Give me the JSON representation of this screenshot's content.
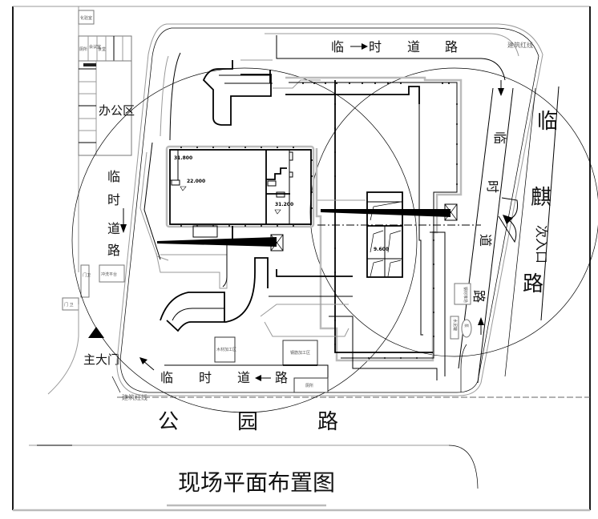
{
  "title": "现场平面布置图",
  "roads": {
    "top_temp_road": [
      "临",
      "时",
      "道",
      "路"
    ],
    "left_temp_road": [
      "临",
      "时",
      "道",
      "路"
    ],
    "bottom_temp_road": [
      "临",
      "时",
      "道",
      "路"
    ],
    "right_temp_road": [
      "临",
      "时",
      "道",
      "路"
    ],
    "bottom_main_road": [
      "公",
      "园",
      "路"
    ],
    "right_main_road": [
      "临",
      "麒",
      "路"
    ]
  },
  "labels": {
    "boundary_line": "建筑红线",
    "office_area": "办公区",
    "main_gate": "主大门",
    "secondary_entrance": "次入口",
    "wash_platform": "冲洗平台",
    "timber_yard": "木材加工区",
    "rebar_yard": "钢筋加工区",
    "toilet": "厕所",
    "storage_right": "钢材堆场",
    "water_tank": "水泥罐",
    "pump": "泵",
    "guard_box": "门卫",
    "gate_post": "门 卫",
    "office_rooms": [
      "化验室",
      "厕所",
      "会议室",
      "食堂"
    ]
  },
  "elevations": {
    "building_a_main": "22.000",
    "building_a_corner": "31.800",
    "building_a_lower": "31.200",
    "building_b": "9.600"
  },
  "colors": {
    "line": "#000000",
    "secondary_line": "#999999",
    "background": "#ffffff"
  }
}
